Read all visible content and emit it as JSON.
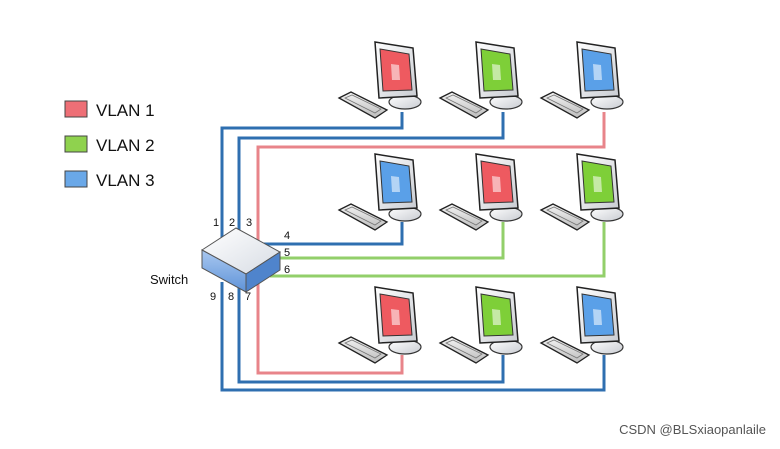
{
  "colors": {
    "vlan1": "#e8848a",
    "vlan2": "#92cf6a",
    "vlan3": "#2f6fb0",
    "screen_red": "#ee5a60",
    "screen_green": "#7ecf38",
    "screen_blue": "#5aa0e8"
  },
  "legend": [
    {
      "label": "VLAN 1",
      "color": "#ee6f76"
    },
    {
      "label": "VLAN 2",
      "color": "#8fd24e"
    },
    {
      "label": "VLAN 3",
      "color": "#6aa8e8"
    }
  ],
  "switch": {
    "label": "Switch",
    "ports": [
      "1",
      "2",
      "3",
      "4",
      "5",
      "6",
      "7",
      "8",
      "9"
    ]
  },
  "computers": [
    {
      "name": "pc-row1-col1",
      "vlan": "vlan1"
    },
    {
      "name": "pc-row1-col2",
      "vlan": "vlan2"
    },
    {
      "name": "pc-row1-col3",
      "vlan": "vlan3"
    },
    {
      "name": "pc-row2-col1",
      "vlan": "vlan3"
    },
    {
      "name": "pc-row2-col2",
      "vlan": "vlan1"
    },
    {
      "name": "pc-row2-col3",
      "vlan": "vlan2"
    },
    {
      "name": "pc-row3-col1",
      "vlan": "vlan1"
    },
    {
      "name": "pc-row3-col2",
      "vlan": "vlan2"
    },
    {
      "name": "pc-row3-col3",
      "vlan": "vlan3"
    }
  ],
  "watermark": "CSDN @BLSxiaopanlaile"
}
